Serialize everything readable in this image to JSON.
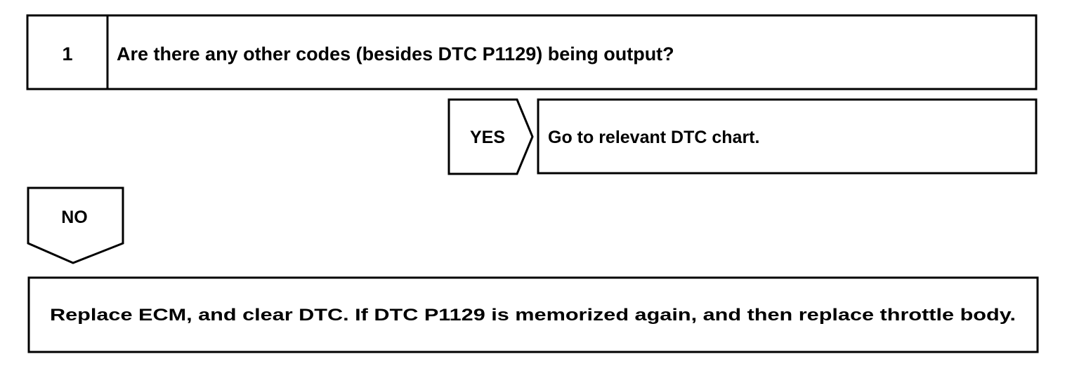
{
  "step": {
    "number": "1",
    "question": "Are there any other codes (besides DTC P1129) being output?"
  },
  "yes_branch": {
    "label": "YES",
    "result": "Go to relevant DTC chart."
  },
  "no_branch": {
    "label": "NO",
    "action": "Replace ECM, and clear DTC. If DTC P1129 is memorized again, and then replace throttle body."
  },
  "colors": {
    "line": "#000000",
    "background": "#ffffff"
  }
}
